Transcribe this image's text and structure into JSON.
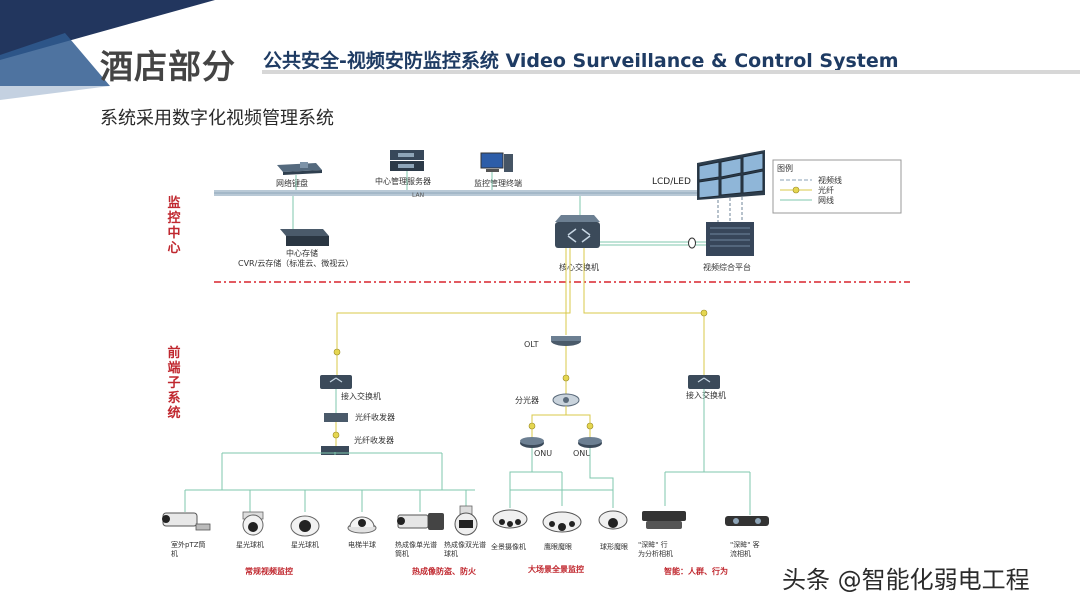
{
  "header": {
    "section_title": "酒店部分",
    "subtitle": "公共安全-视频安防监控系统 Video Surveillance & Control System",
    "intro": "系统采用数字化视频管理系统"
  },
  "sections": {
    "control_center": "监控中心",
    "frontend": "前端子系统"
  },
  "colors": {
    "fiber": "#d8c84a",
    "network": "#7fc7ad",
    "lan_bar": "#b9c9d6",
    "red_divider": "#d9242d",
    "label_red": "#c0282f",
    "heading_navy": "#1e3b63"
  },
  "legend": {
    "title": "图例",
    "items": [
      {
        "label": "视频线",
        "style": "dashed"
      },
      {
        "label": "光纤",
        "style": "fiber"
      },
      {
        "label": "网线",
        "style": "solid"
      }
    ]
  },
  "center": {
    "network_keyboard": "网络键盘",
    "central_server": "中心管理服务器",
    "monitor_terminal": "监控管理终端",
    "lan": "LAN",
    "lcd": "LCD/LED",
    "storage_line1": "中心存储",
    "storage_line2": "CVR/云存储（标准云、微视云）",
    "core_switch": "核心交换机",
    "video_platform": "视频综合平台"
  },
  "frontend": {
    "access_switch_left": "接入交换机",
    "fiber_tx1": "光纤收发器",
    "fiber_tx2": "光纤收发器",
    "olt": "OLT",
    "splitter": "分光器",
    "onu1": "ONU",
    "onu2": "ONU",
    "access_switch_right": "接入交换机"
  },
  "cameras": [
    {
      "label": "室外pTZ筒机",
      "icon": "bullet-ptz-camera-icon"
    },
    {
      "label": "星光球机",
      "icon": "dome-camera-icon"
    },
    {
      "label": "星光球机",
      "icon": "dome-camera-icon"
    },
    {
      "label": "电梯半球",
      "icon": "mini-dome-camera-icon"
    },
    {
      "label": "热成像单光谱筒机",
      "icon": "thermal-bullet-camera-icon"
    },
    {
      "label": "热成像双光谱球机",
      "icon": "thermal-dome-camera-icon"
    },
    {
      "label": "全景摄像机",
      "icon": "panoramic-camera-icon"
    },
    {
      "label": "鹰眼魔眼",
      "icon": "eagle-eye-camera-icon"
    },
    {
      "label": "球形魔眼",
      "icon": "spherical-camera-icon"
    },
    {
      "label": "\"深眸\" 行为分析相机",
      "icon": "behavior-analysis-camera-icon"
    },
    {
      "label": "\"深眸\" 客流相机",
      "icon": "people-counting-camera-icon"
    }
  ],
  "groups": [
    {
      "label": "常规视频监控"
    },
    {
      "label": "热成像防盗、防火"
    },
    {
      "label": "大场景全景监控"
    },
    {
      "label": "智能：人群、行为"
    }
  ],
  "watermark": "头条 @智能化弱电工程"
}
